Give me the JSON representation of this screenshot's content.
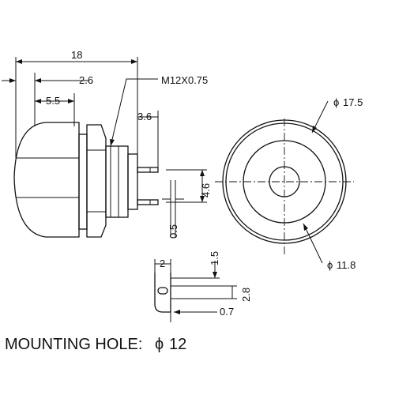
{
  "side_view": {
    "overall_length": "18",
    "dim_2_6": "2.6",
    "dim_5_5": "5.5",
    "dim_3_6": "3.6",
    "thread": "M12X0.75",
    "terminal_pitch": "4.6",
    "terminal_thickness": "0.5"
  },
  "front_view": {
    "outer_diameter": "17.5",
    "inner_diameter": "11.8",
    "phi_symbol": "ϕ"
  },
  "terminal_detail": {
    "width": "2",
    "hole_offset": "1.5",
    "height": "2.8",
    "thickness": "0.7"
  },
  "footer": {
    "mounting_label": "MOUNTING HOLE:",
    "phi_symbol": "ϕ",
    "mounting_diameter": "12"
  }
}
